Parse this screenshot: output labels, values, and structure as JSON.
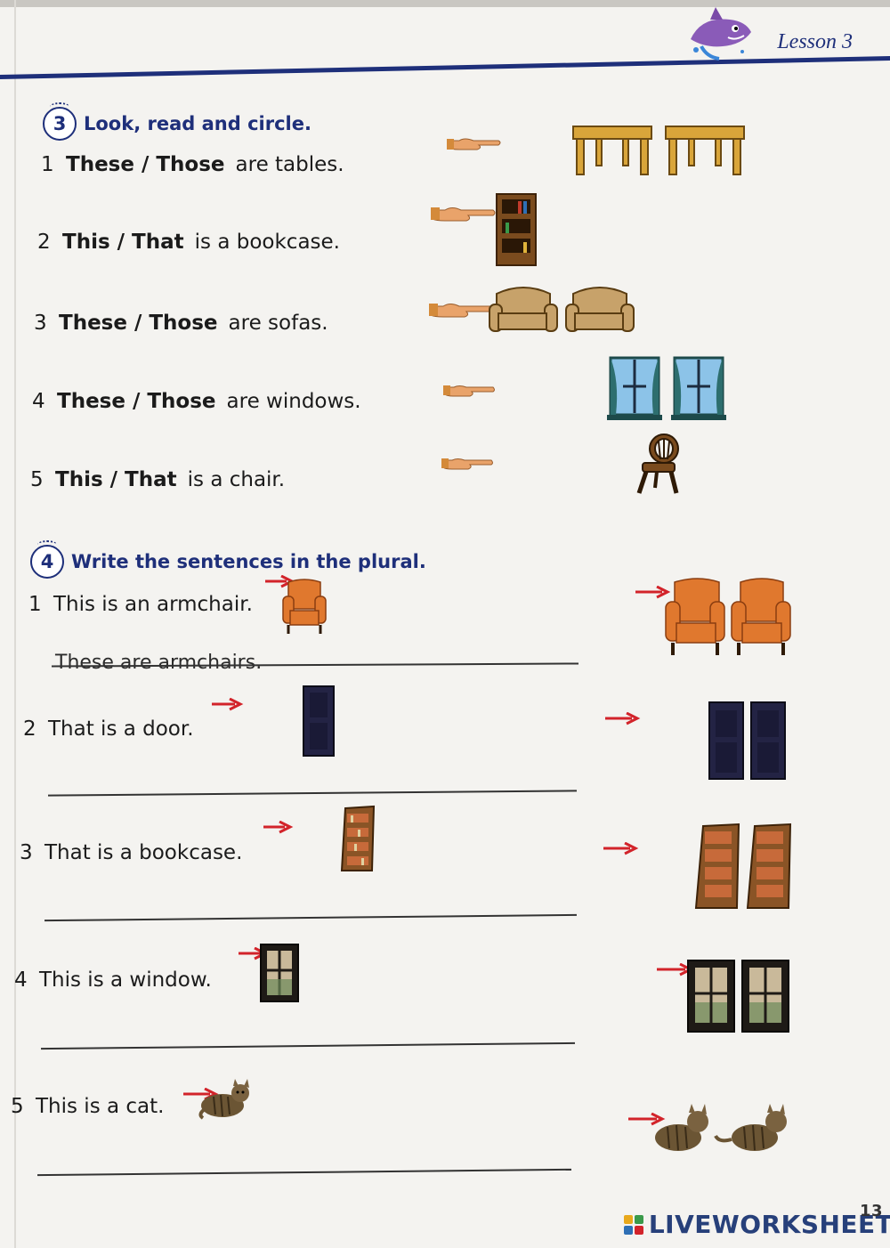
{
  "header": {
    "lesson": "Lesson 3"
  },
  "exercise3": {
    "number": "3",
    "instruction": "Look, read and circle.",
    "items": [
      {
        "num": "1",
        "choice": "These / Those",
        "rest": "are tables."
      },
      {
        "num": "2",
        "choice": "This / That",
        "rest": "is a bookcase."
      },
      {
        "num": "3",
        "choice": "These / Those",
        "rest": "are sofas."
      },
      {
        "num": "4",
        "choice": "These / Those",
        "rest": "are windows."
      },
      {
        "num": "5",
        "choice": "This / That",
        "rest": "is a chair."
      }
    ]
  },
  "exercise4": {
    "number": "4",
    "instruction": "Write the sentences in the plural.",
    "items": [
      {
        "num": "1",
        "sentence": "This is an armchair.",
        "answer": "These are armchairs."
      },
      {
        "num": "2",
        "sentence": "That is a door.",
        "answer": ""
      },
      {
        "num": "3",
        "sentence": "That is a bookcase.",
        "answer": ""
      },
      {
        "num": "4",
        "sentence": "This is a window.",
        "answer": ""
      },
      {
        "num": "5",
        "sentence": "This is a cat.",
        "answer": ""
      }
    ]
  },
  "footer": {
    "watermark": "LIVEWORKSHEETS",
    "page_number": "13"
  },
  "colors": {
    "heading_blue": "#1e2f7a",
    "arrow_red": "#d2232a",
    "wood": "#b8862c",
    "armchair": "#e0782e"
  },
  "icons": [
    "pointing-hand-icon",
    "table-icon",
    "bookcase-icon",
    "sofa-icon",
    "window-icon",
    "chair-icon",
    "armchair-icon",
    "door-icon",
    "cat-icon",
    "red-arrow-icon",
    "shark-mascot-icon",
    "liveworksheets-logo-icon"
  ]
}
